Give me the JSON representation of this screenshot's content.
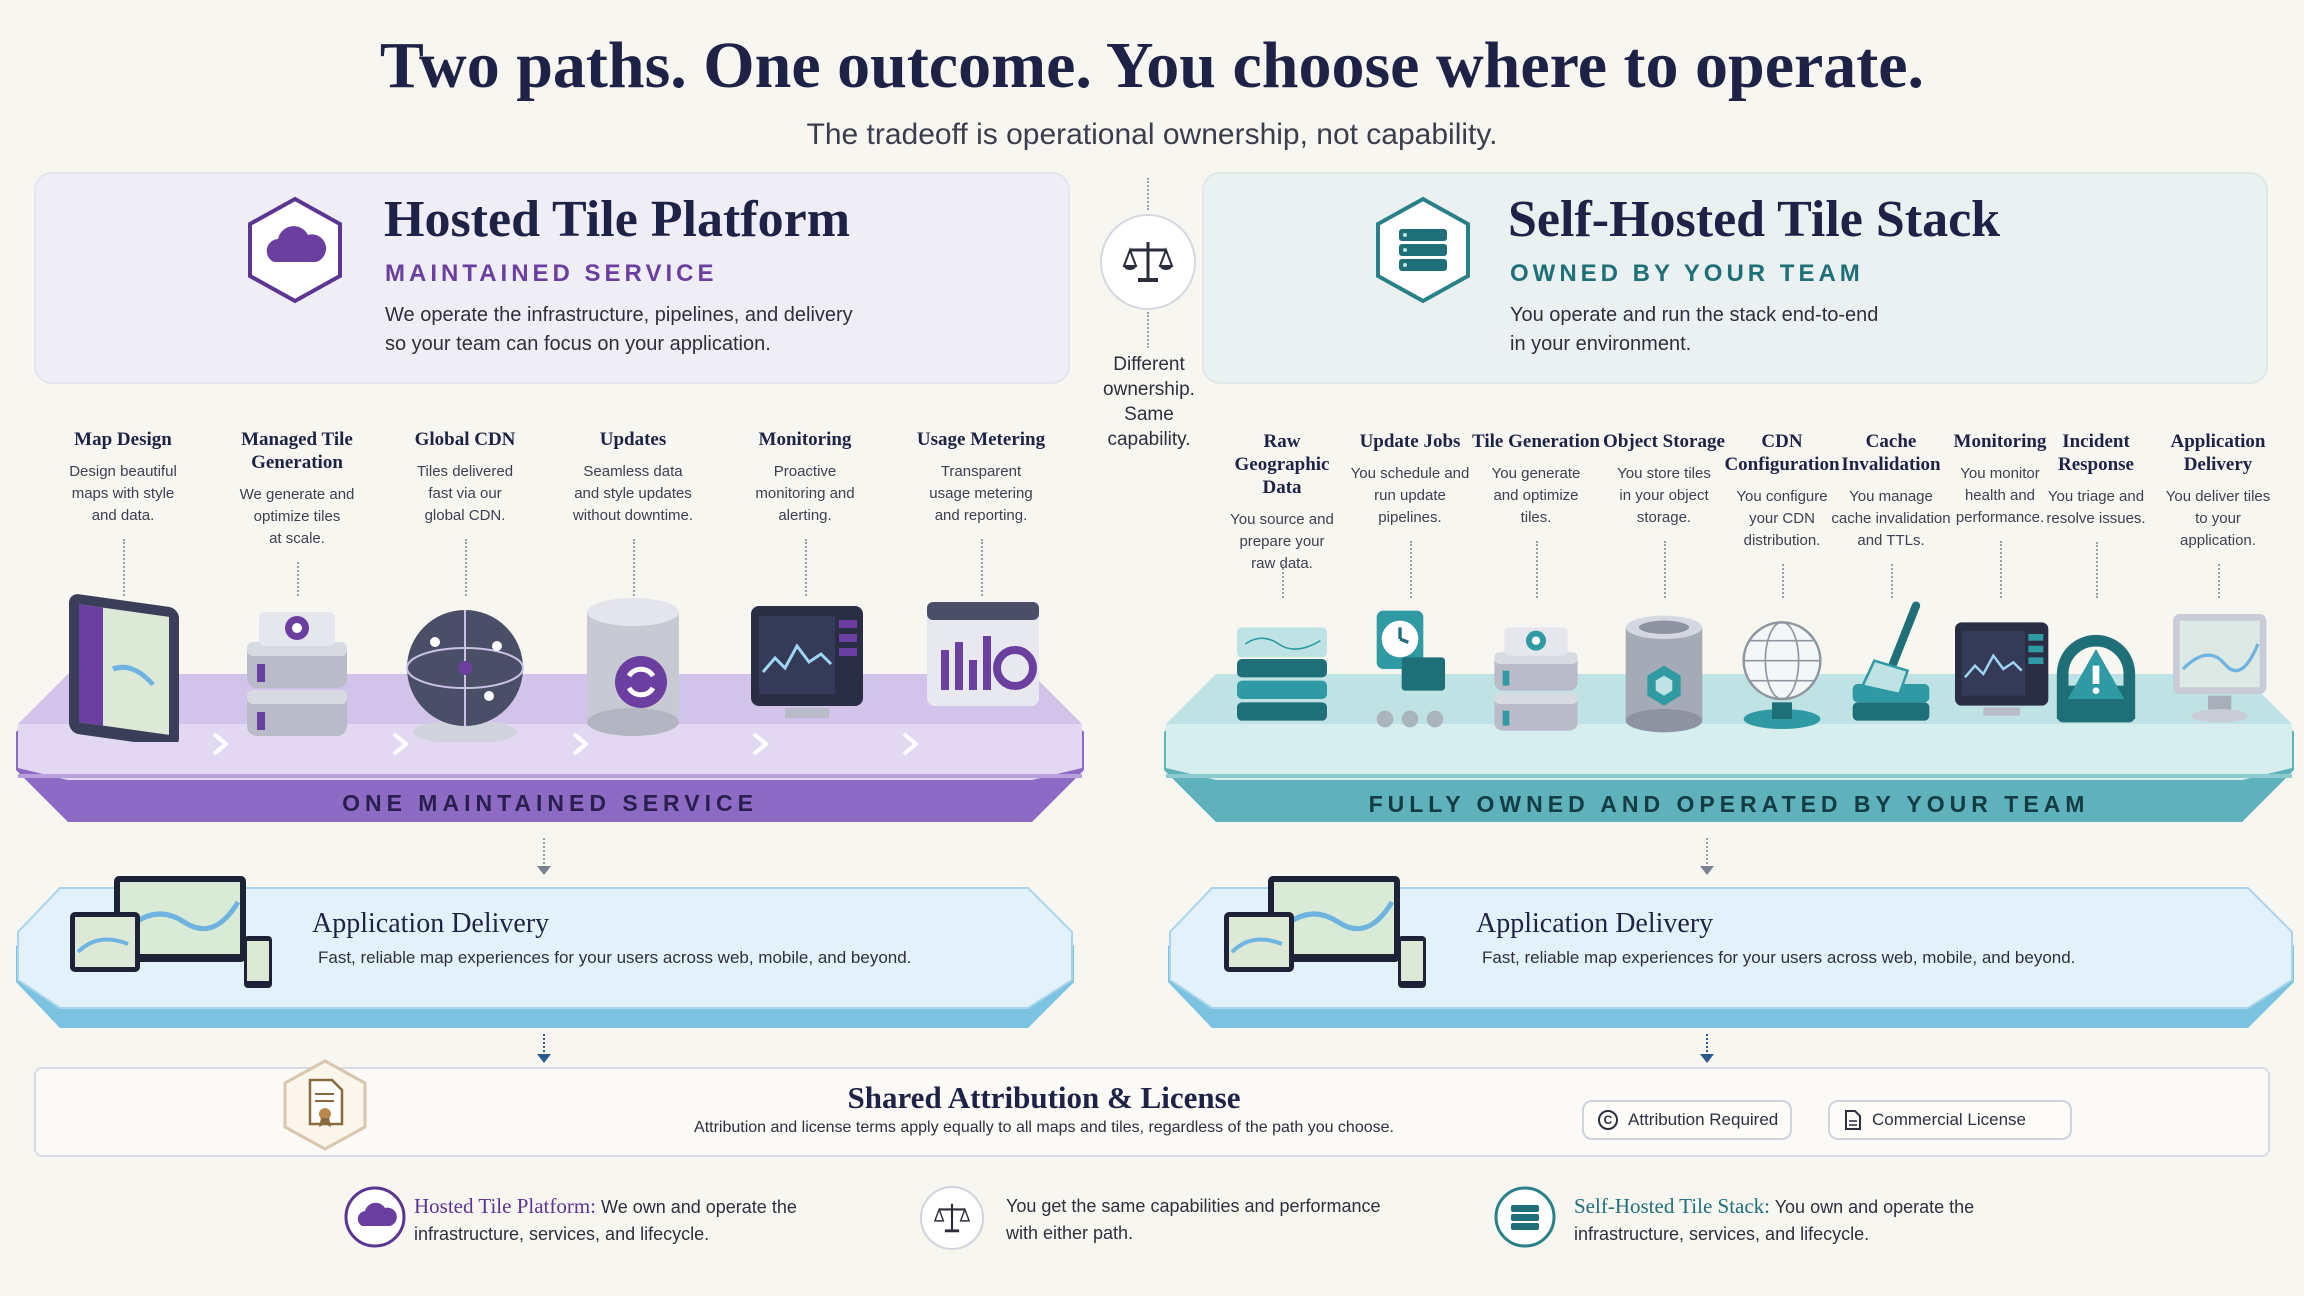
{
  "header": {
    "title": "Two paths. One outcome. You choose where to operate.",
    "subtitle": "The tradeoff is operational ownership, not capability."
  },
  "hosted": {
    "title": "Hosted Tile Platform",
    "subtitle": "MAINTAINED SERVICE",
    "desc_line1": "We operate the infrastructure, pipelines, and delivery",
    "desc_line2": "so your team can focus on your application.",
    "icon": "cloud-icon",
    "accent": "#6b3fa0",
    "band_label": "ONE  MAINTAINED  SERVICE",
    "steps": [
      {
        "title": [
          "Map Design"
        ],
        "desc": [
          "Design beautiful",
          "maps with style",
          "and data."
        ],
        "icon": "tablet-map-icon"
      },
      {
        "title": [
          "Managed Tile",
          "Generation"
        ],
        "desc": [
          "We generate and",
          "optimize tiles",
          "at scale."
        ],
        "icon": "server-gear-icon"
      },
      {
        "title": [
          "Global CDN"
        ],
        "desc": [
          "Tiles delivered",
          "fast via our",
          "global CDN."
        ],
        "icon": "globe-icon"
      },
      {
        "title": [
          "Updates"
        ],
        "desc": [
          "Seamless data",
          "and style updates",
          "without downtime."
        ],
        "icon": "database-refresh-icon"
      },
      {
        "title": [
          "Monitoring"
        ],
        "desc": [
          "Proactive",
          "monitoring and",
          "alerting."
        ],
        "icon": "monitor-chart-icon"
      },
      {
        "title": [
          "Usage Metering"
        ],
        "desc": [
          "Transparent",
          "usage metering",
          "and reporting."
        ],
        "icon": "dashboard-icon"
      }
    ]
  },
  "divider": {
    "icon": "scale-icon",
    "lines": [
      "Different",
      "ownership.",
      "Same",
      "capability."
    ]
  },
  "selfhosted": {
    "title": "Self-Hosted Tile Stack",
    "subtitle": "OWNED BY YOUR TEAM",
    "desc_line1": "You operate and run the stack end-to-end",
    "desc_line2": "in your environment.",
    "icon": "server-rack-icon",
    "accent": "#1f6f78",
    "band_label": "FULLY  OWNED  AND  OPERATED  BY  YOUR  TEAM",
    "steps": [
      {
        "title": [
          "Raw Geographic",
          "Data"
        ],
        "desc": [
          "You source and",
          "prepare your",
          "raw data."
        ],
        "icon": "layers-icon"
      },
      {
        "title": [
          "Update Jobs"
        ],
        "desc": [
          "You schedule and",
          "run update",
          "pipelines."
        ],
        "icon": "clock-server-icon"
      },
      {
        "title": [
          "Tile Generation"
        ],
        "desc": [
          "You generate",
          "and optimize",
          "tiles."
        ],
        "icon": "server-gear-icon"
      },
      {
        "title": [
          "Object Storage"
        ],
        "desc": [
          "You store tiles",
          "in your object",
          "storage."
        ],
        "icon": "storage-cylinder-icon"
      },
      {
        "title": [
          "CDN",
          "Configuration"
        ],
        "desc": [
          "You configure",
          "your CDN",
          "distribution."
        ],
        "icon": "network-globe-icon"
      },
      {
        "title": [
          "Cache",
          "Invalidation"
        ],
        "desc": [
          "You manage",
          "cache invalidation",
          "and TTLs."
        ],
        "icon": "broom-icon"
      },
      {
        "title": [
          "Monitoring"
        ],
        "desc": [
          "You monitor",
          "health and",
          "performance."
        ],
        "icon": "monitor-chart-icon"
      },
      {
        "title": [
          "Incident",
          "Response"
        ],
        "desc": [
          "You triage and",
          "resolve issues."
        ],
        "icon": "alert-icon"
      },
      {
        "title": [
          "Application",
          "Delivery"
        ],
        "desc": [
          "You deliver tiles",
          "to your",
          "application."
        ],
        "icon": "monitor-map-icon"
      }
    ]
  },
  "app_delivery": {
    "title": "Application Delivery",
    "desc": "Fast, reliable map experiences for your users across web, mobile, and beyond."
  },
  "shared": {
    "title": "Shared Attribution & License",
    "desc": "Attribution and license terms apply equally to all maps and tiles, regardless of the path you choose.",
    "icon": "certificate-icon",
    "pills": [
      {
        "label": "Attribution Required",
        "icon": "copyright-icon"
      },
      {
        "label": "Commercial License",
        "icon": "document-icon"
      }
    ]
  },
  "footer": {
    "hosted_lead": "Hosted Tile Platform:",
    "hosted_text1": " We own and operate the",
    "hosted_text2": "infrastructure, services, and lifecycle.",
    "mid_text1": "You get the same capabilities and performance",
    "mid_text2": "with either path.",
    "self_lead": "Self-Hosted Tile Stack:",
    "self_text1": " You own and operate the",
    "self_text2": "infrastructure, services, and lifecycle."
  }
}
